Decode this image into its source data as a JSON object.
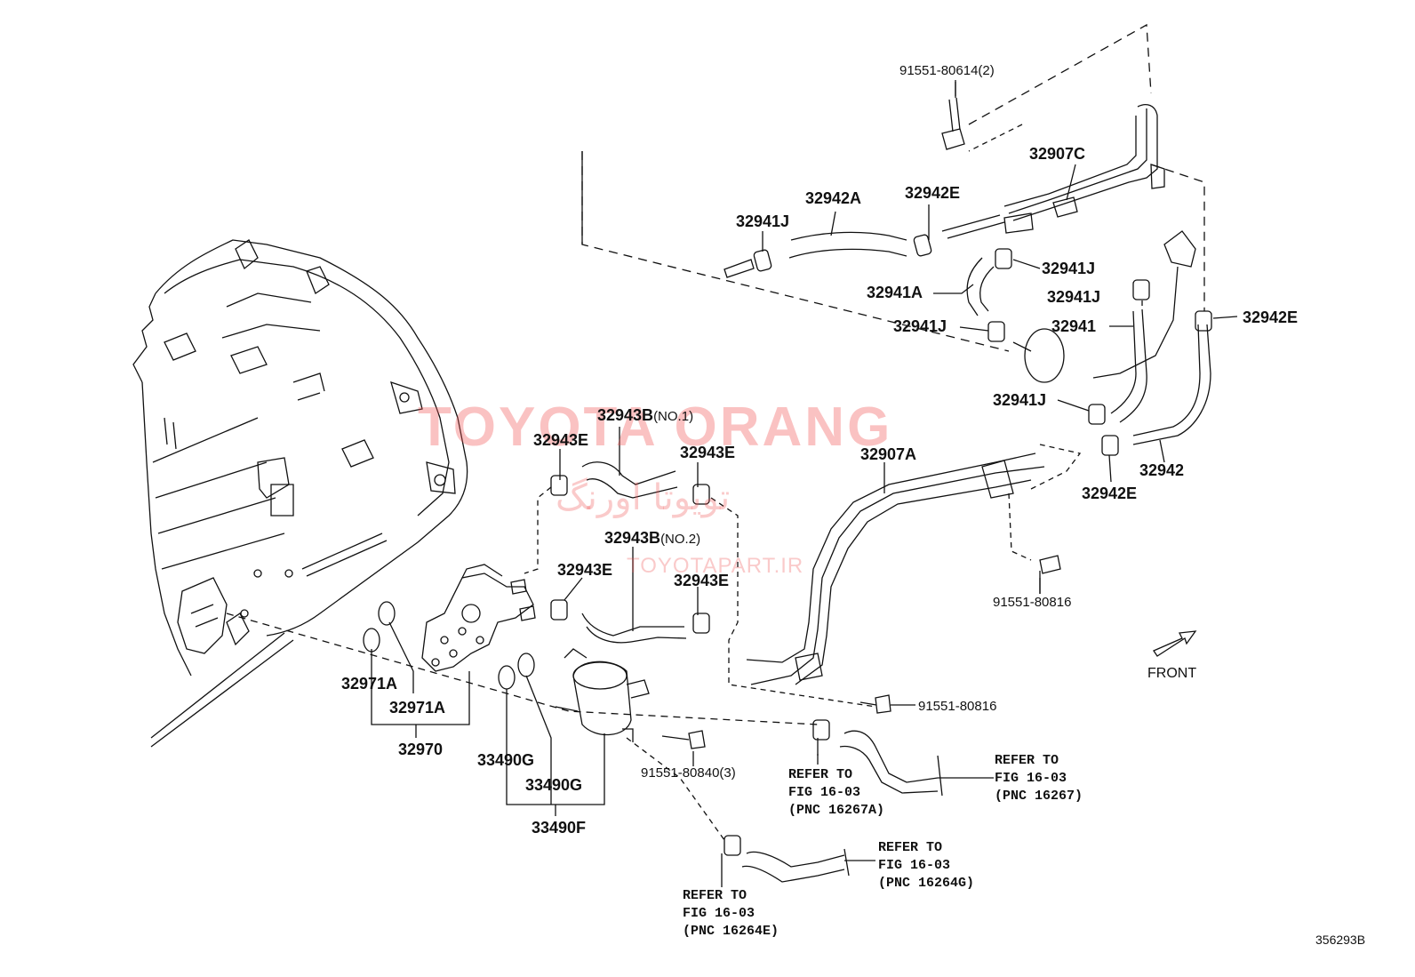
{
  "labels": {
    "bolt_top": "91551-80614",
    "bolt_top_qty": "(2)",
    "p32907C": "32907C",
    "p32942A": "32942A",
    "p32942E_top": "32942E",
    "p32941J_a": "32941J",
    "p32941J_b": "32941J",
    "p32941A": "32941A",
    "p32941J_c": "32941J",
    "p32941J_d": "32941J",
    "p32941": "32941",
    "p32942E_right": "32942E",
    "p32941J_e": "32941J",
    "p32942": "32942",
    "p32942E_low": "32942E",
    "p32907A": "32907A",
    "p32943B_no1": "32943B",
    "p32943B_no1_sfx": "(NO.1)",
    "p32943E_a": "32943E",
    "p32943E_b": "32943E",
    "p32943B_no2": "32943B",
    "p32943B_no2_sfx": "(NO.2)",
    "p32943E_c": "32943E",
    "p32943E_d": "32943E",
    "bolt_right": "91551-80816",
    "bolt_mid": "91551-80816",
    "front": "FRONT",
    "p32971A_a": "32971A",
    "p32971A_b": "32971A",
    "p32970": "32970",
    "p33490G_a": "33490G",
    "p33490G_b": "33490G",
    "p33490F": "33490F",
    "bolt_low": "91551-80840",
    "bolt_low_qty": "(3)",
    "ref_16267A": "REFER TO\nFIG 16-03\n(PNC 16267A)",
    "ref_16267": "REFER TO\nFIG 16-03\n(PNC 16267)",
    "ref_16264G": "REFER TO\nFIG 16-03\n(PNC 16264G)",
    "ref_16264E": "REFER TO\nFIG 16-03\n(PNC 16264E)",
    "diagram_code": "356293B"
  },
  "watermark": {
    "brand": "TOYOTA ORANG",
    "brand_fa": "تویوتا اورنگ",
    "site": "TOYOTAPART.IR",
    "color": "#f05050"
  },
  "colors": {
    "ink": "#111111",
    "background": "#ffffff"
  }
}
